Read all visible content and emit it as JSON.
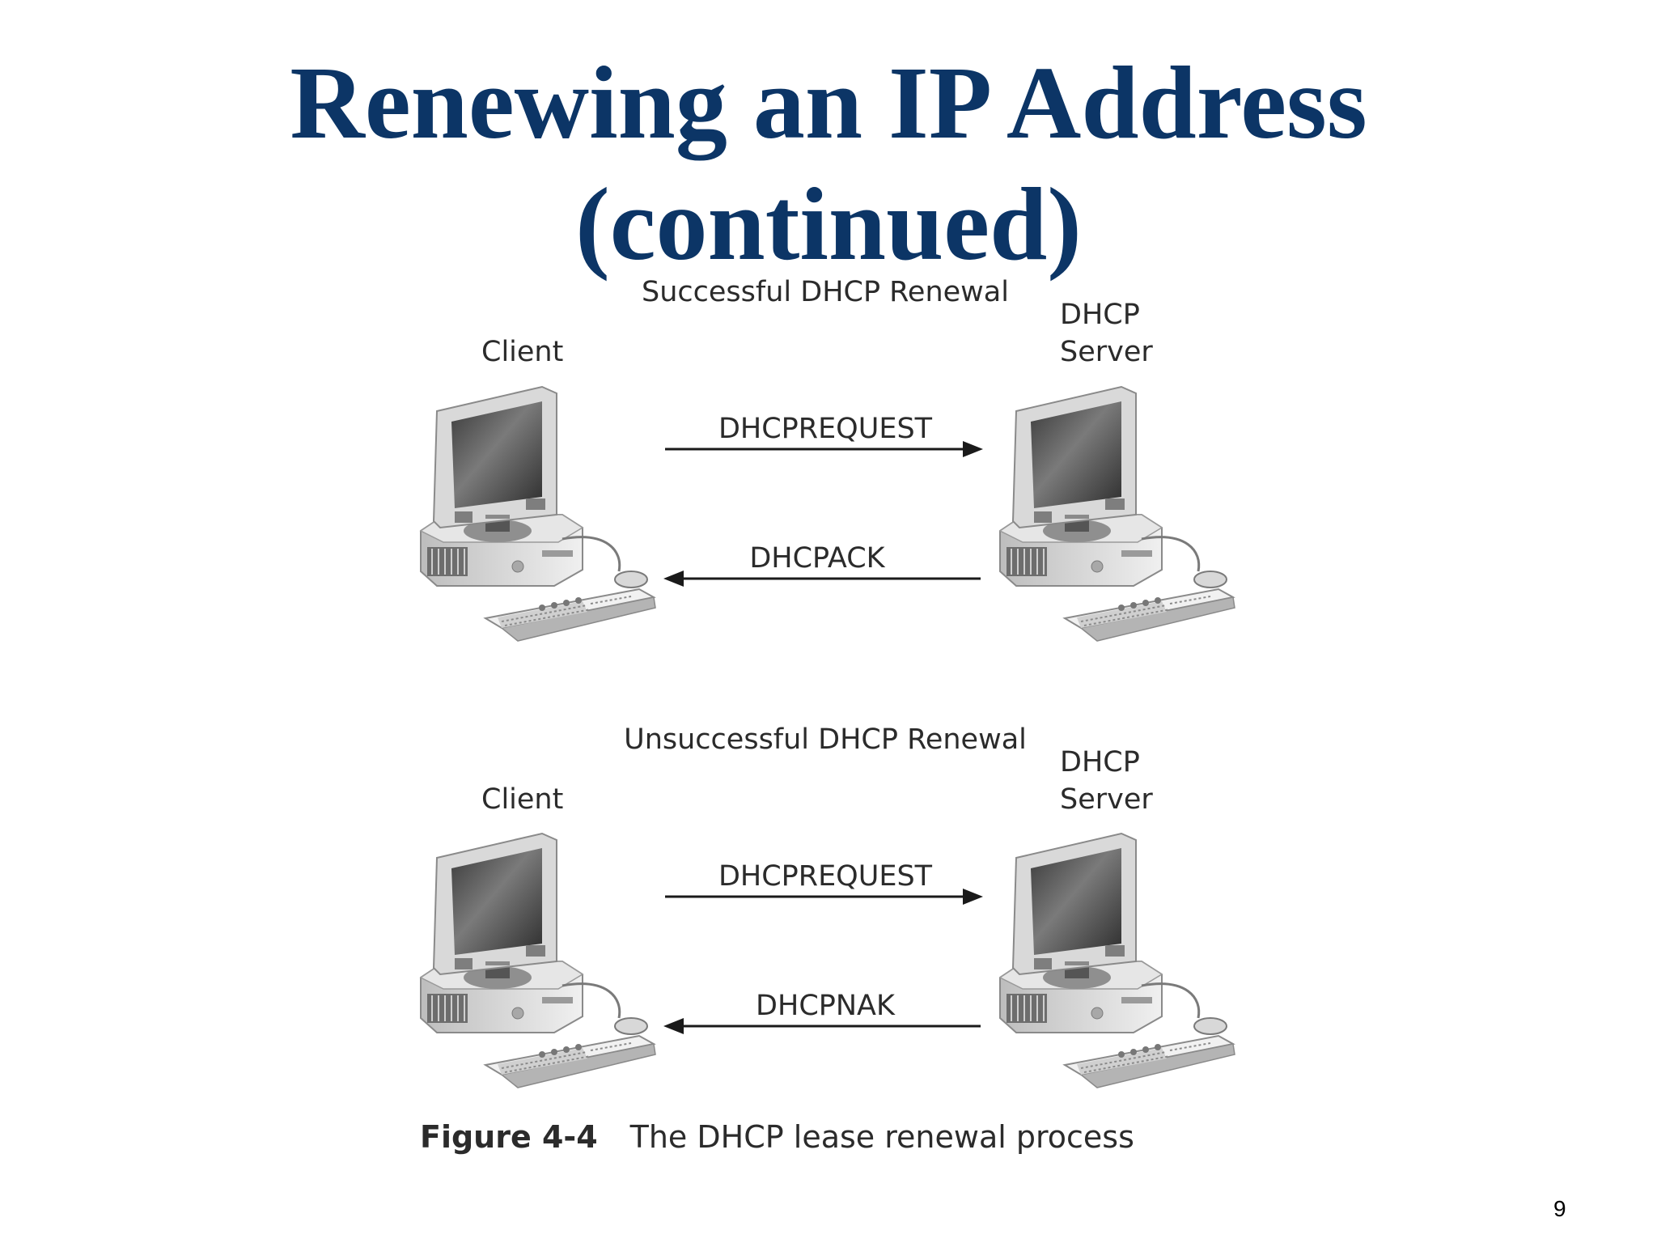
{
  "slide": {
    "title_line1": "Renewing an IP Address",
    "title_line2": "(continued)",
    "page_number": "9"
  },
  "diagram": {
    "successful": {
      "heading": "Successful DHCP Renewal",
      "client_label": "Client",
      "server_label_line1": "DHCP",
      "server_label_line2": "Server",
      "request_label": "DHCPREQUEST",
      "reply_label": "DHCPACK"
    },
    "unsuccessful": {
      "heading": "Unsuccessful DHCP Renewal",
      "client_label": "Client",
      "server_label_line1": "DHCP",
      "server_label_line2": "Server",
      "request_label": "DHCPREQUEST",
      "reply_label": "DHCPNAK"
    },
    "caption": {
      "figure_number": "Figure 4-4",
      "text": "The DHCP lease renewal process"
    },
    "icons": {
      "computer": "desktop-computer-icon"
    },
    "colors": {
      "title": "#0c3566",
      "text": "#2b2b2b",
      "arrow": "#1a1a1a"
    }
  }
}
